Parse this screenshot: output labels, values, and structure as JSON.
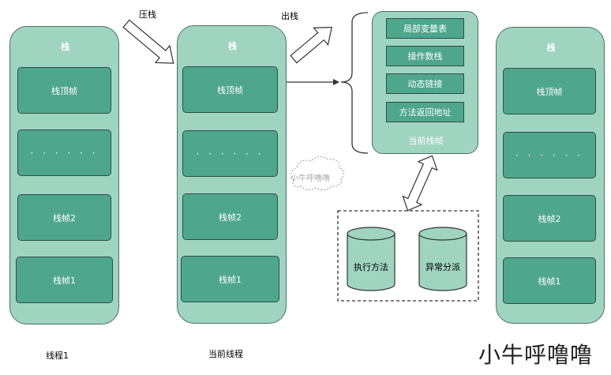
{
  "colors": {
    "stack_fill": "#9fd4c1",
    "frame_fill": "#4ea68c",
    "border": "#2f4f45"
  },
  "push_label": "压栈",
  "pop_label": "出栈",
  "stacks": [
    {
      "title": "栈",
      "frames": [
        "栈顶帧",
        "· · · · · ·",
        "栈帧2",
        "栈帧1"
      ],
      "caption": "线程1"
    },
    {
      "title": "栈",
      "frames": [
        "栈顶帧",
        "· · · · · ·",
        "栈帧2",
        "栈帧1"
      ],
      "caption": "当前线程"
    },
    {
      "title": "栈",
      "frames": [
        "栈顶帧",
        "· · · · · ·",
        "栈帧2",
        "栈帧1"
      ],
      "caption": ""
    }
  ],
  "current_frame": {
    "items": [
      "局部变量表",
      "操作数栈",
      "动态链接",
      "方法返回地址"
    ],
    "label": "当前栈帧"
  },
  "cylinders": [
    "执行方法",
    "异常分派"
  ],
  "cloud_watermark": "小牛呼噜噜",
  "watermark": "小牛呼噜噜"
}
